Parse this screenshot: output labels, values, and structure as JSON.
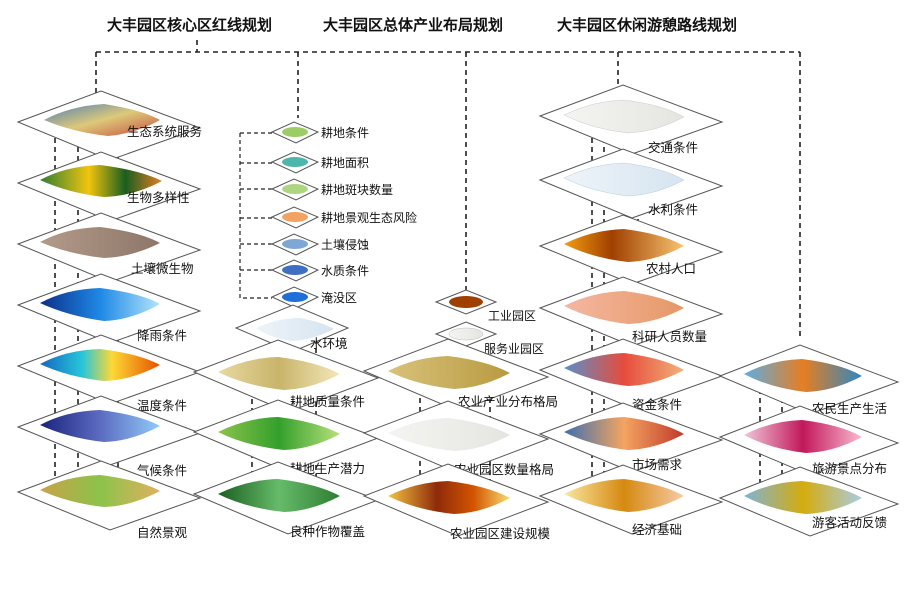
{
  "headers": {
    "h1": "大丰园区核心区红线规划",
    "h2": "大丰园区总体产业布局规划",
    "h3": "大丰园区休闲游憩路线规划"
  },
  "col1": [
    "生态系统服务",
    "生物多样性",
    "土壤微生物",
    "降雨条件",
    "温度条件",
    "气候条件",
    "自然景观"
  ],
  "col2_small": [
    "耕地条件",
    "耕地面积",
    "耕地斑块数量",
    "耕地景观生态风险",
    "土壤侵蚀",
    "水质条件",
    "淹没区"
  ],
  "col2": [
    "水环境",
    "耕地质量条件",
    "耕地生产潜力",
    "良种作物覆盖"
  ],
  "col3": [
    "工业园区",
    "服务业园区",
    "农业产业分布格局",
    "农业园区数量格局",
    "农业园区建设规模"
  ],
  "col4": [
    "交通条件",
    "水利条件",
    "农村人口",
    "科研人员数量",
    "资金条件",
    "市场需求",
    "经济基础"
  ],
  "col5": [
    "农民生产生活",
    "旅游景点分布",
    "游客活动反馈"
  ]
}
